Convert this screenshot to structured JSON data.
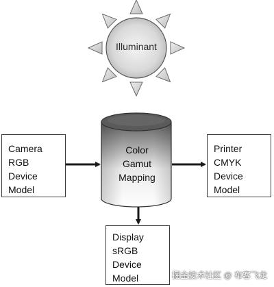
{
  "sun": {
    "label": "Illuminant"
  },
  "gamut_mapping": {
    "lines": [
      "Color",
      "Gamut",
      "Mapping"
    ]
  },
  "camera": {
    "lines": [
      "Camera",
      "RGB",
      "Device",
      "Model"
    ]
  },
  "printer": {
    "lines": [
      "Printer",
      "CMYK",
      "Device",
      "Model"
    ]
  },
  "display": {
    "lines": [
      "Display",
      "sRGB",
      "Device",
      "Model"
    ]
  },
  "watermark": {
    "text": "掘金技术社区 @ 布客飞龙"
  },
  "colors": {
    "sun_fill_light": "#ededed",
    "sun_fill_dark": "#bdbdbd",
    "ray_fill": "#d9d9d9",
    "cylinder_dark": "#6e6e6e",
    "cylinder_light": "#ffffff",
    "stroke": "#333333",
    "arrow": "#1a1a1a"
  }
}
